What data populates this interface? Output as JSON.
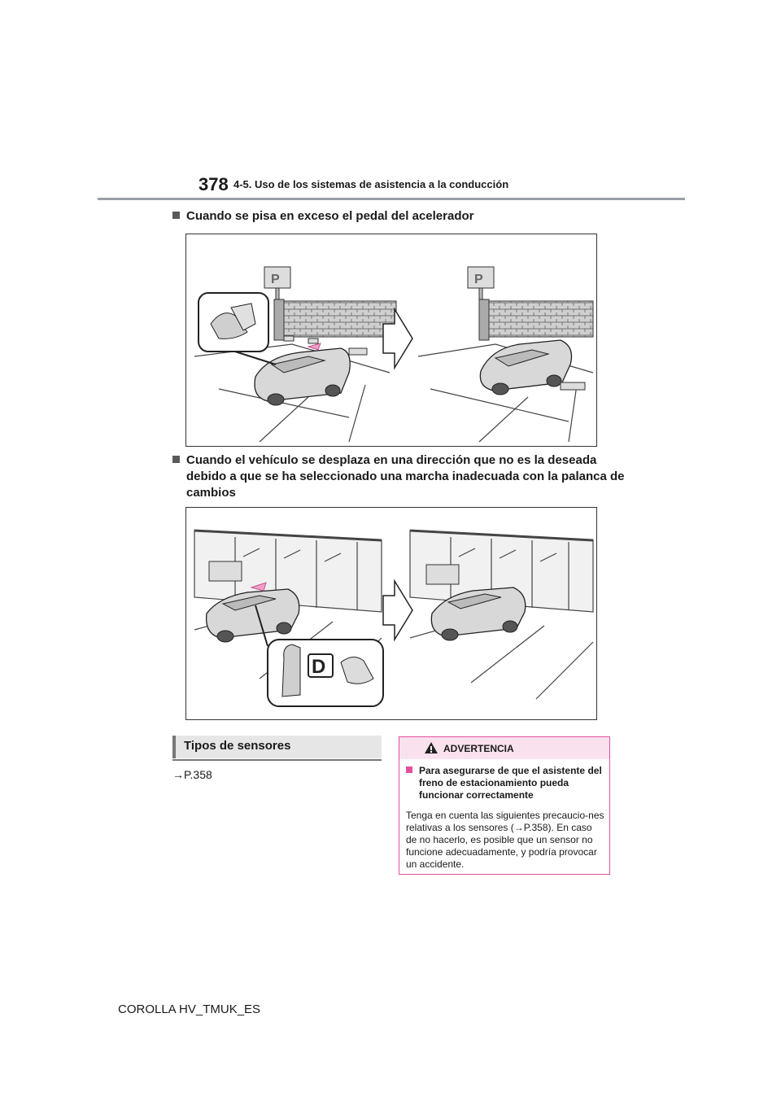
{
  "header": {
    "page_number": "378",
    "section": "4-5. Uso de los sistemas de asistencia a la conducción"
  },
  "headings": {
    "accelerator": "Cuando se pisa en exceso el pedal del acelerador",
    "wrong_gear": "Cuando el vehículo se desplaza en una dirección que no es la deseada debido a que se ha seleccionado una marcha inadecuada con la palanca de cambios"
  },
  "figures": {
    "gear_letter": "D"
  },
  "sensor_types": {
    "title": "Tipos de sensores",
    "reference": "→P.358"
  },
  "warning": {
    "title": "ADVERTENCIA",
    "subheading": "Para asegurarse de que el asistente del freno de estacionamiento pueda funcionar correctamente",
    "body": "Tenga en cuenta las siguientes precaucio-nes relativas a los sensores (→P.358). En caso de no hacerlo, es posible que un sensor no funcione adecuadamente, y podría provocar un accidente."
  },
  "footer": {
    "model": "COROLLA HV_TMUK_ES"
  },
  "colors": {
    "warning_accent": "#e24fa0",
    "warning_header_bg": "#f9e2ee",
    "arrow_pink": "#f2a1c6"
  }
}
